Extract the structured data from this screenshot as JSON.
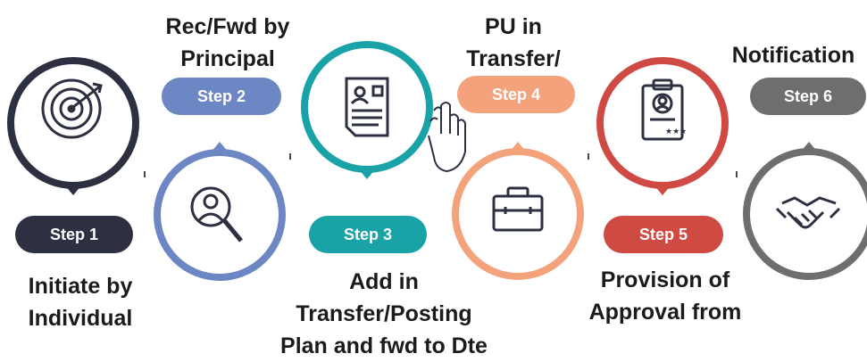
{
  "steps": [
    {
      "label": "Step 1",
      "caption": [
        "Initiate by",
        "Individual"
      ],
      "color": "#2c3041",
      "icon": "target-icon"
    },
    {
      "label": "Step 2",
      "caption": [
        "Rec/Fwd by",
        "Principal"
      ],
      "color": "#6d86c4",
      "icon": "search-user-icon"
    },
    {
      "label": "Step 3",
      "caption": [
        "Add in",
        "Transfer/Posting",
        "Plan and fwd to Dte"
      ],
      "color": "#1aa3a6",
      "icon": "document-user-icon"
    },
    {
      "label": "Step 4",
      "caption": [
        "PU in",
        "Transfer/"
      ],
      "color": "#f3a27b",
      "icon": "briefcase-icon"
    },
    {
      "label": "Step 5",
      "caption": [
        "Provision of",
        "Approval from"
      ],
      "color": "#cf4a43",
      "icon": "clipboard-user-icon"
    },
    {
      "label": "Step 6",
      "caption": [
        "Notification"
      ],
      "color": "#6e6e6e",
      "icon": "handshake-icon"
    }
  ]
}
